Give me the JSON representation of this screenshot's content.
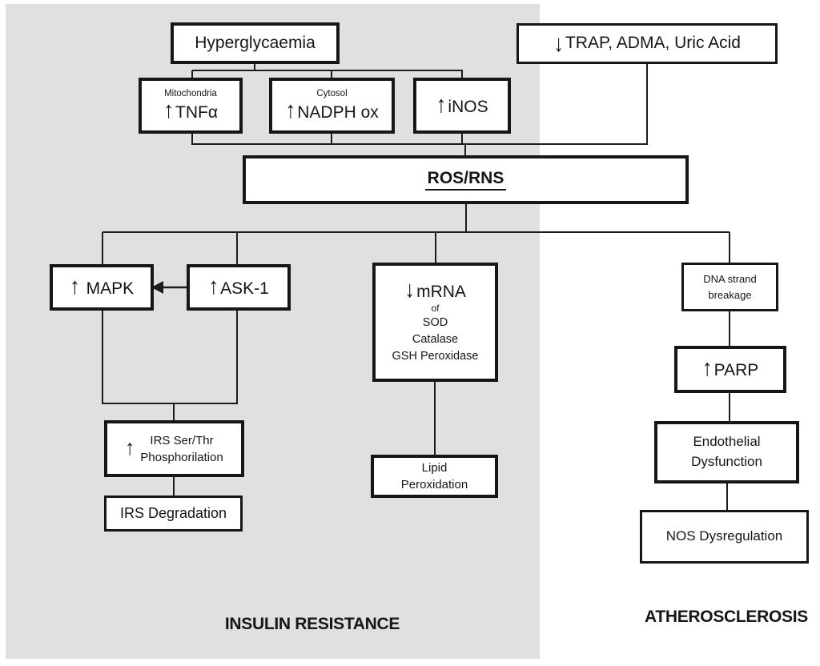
{
  "regions": {
    "insulin_resistance": "INSULIN RESISTANCE",
    "atherosclerosis": "ATHEROSCLEROSIS"
  },
  "nodes": {
    "hyperglycaemia": {
      "label": "Hyperglycaemia"
    },
    "trap": {
      "arrow": "↓",
      "label": "TRAP, ADMA, Uric Acid"
    },
    "tnfa": {
      "compartment": "Mitochondria",
      "arrow": "↑",
      "label": "TNFα"
    },
    "nadph": {
      "compartment": "Cytosol",
      "arrow": "↑",
      "label": "NADPH ox"
    },
    "inos": {
      "arrow": "↑",
      "label": "iNOS"
    },
    "ros": {
      "label": "ROS/RNS"
    },
    "mapk": {
      "arrow": "↑",
      "label": "MAPK"
    },
    "ask1": {
      "arrow": "↑",
      "label": "ASK-1"
    },
    "mrna": {
      "arrow": "↓",
      "label": "mRNA",
      "lines": [
        "of",
        "SOD",
        "Catalase",
        "GSH Peroxidase"
      ]
    },
    "dna": {
      "lines": [
        "DNA strand",
        "breakage"
      ]
    },
    "irs_phosphorylation": {
      "arrow": "↑",
      "lines": [
        "IRS Ser/Thr",
        "Phosphorilation"
      ]
    },
    "irs_degradation": {
      "label": "IRS Degradation"
    },
    "lipid": {
      "lines": [
        "Lipid",
        "Peroxidation"
      ]
    },
    "parp": {
      "arrow": "↑",
      "label": "PARP"
    },
    "endothelial": {
      "lines": [
        "Endothelial",
        "Dysfunction"
      ]
    },
    "nos": {
      "label": "NOS Dysregulation"
    }
  },
  "colors": {
    "panel_gray": "#e0e0e0",
    "line": "#1c1c1c",
    "box_border": "#161616",
    "box_bg": "#ffffff"
  }
}
